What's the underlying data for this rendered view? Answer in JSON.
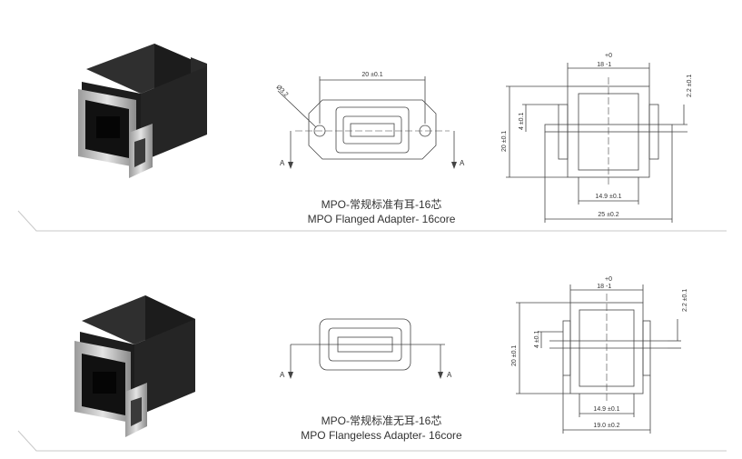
{
  "products": [
    {
      "title_cn": "MPO-常规标准有耳-16芯",
      "title_en": "MPO Flanged Adapter- 16core",
      "front_view": {
        "hole_diameter": "Ø3.2",
        "hole_pitch": "20 ±0.1",
        "section_mark_left": "A",
        "section_mark_right": "A"
      },
      "side_view": {
        "width_tol_top": "+0",
        "width_tol_bottom": "-1",
        "width_base": "18",
        "flange_thickness": "2.2 ±0.1",
        "height": "20 ±0.1",
        "inner_offset": "4 ±0.1",
        "inner_length": "14.9 ±0.1",
        "total_length": "25 ±0.2"
      }
    },
    {
      "title_cn": "MPO-常规标准无耳-16芯",
      "title_en": "MPO Flangeless Adapter- 16core",
      "front_view": {
        "section_mark_left": "A",
        "section_mark_right": "A"
      },
      "side_view": {
        "width_tol_top": "+0",
        "width_tol_bottom": "-1",
        "width_base": "18",
        "flange_thickness": "2.2 ±0.1",
        "height": "20 ±0.1",
        "inner_offset": "4 ±0.1",
        "inner_length": "14.9 ±0.1",
        "total_length": "19.0 ±0.2"
      }
    }
  ]
}
